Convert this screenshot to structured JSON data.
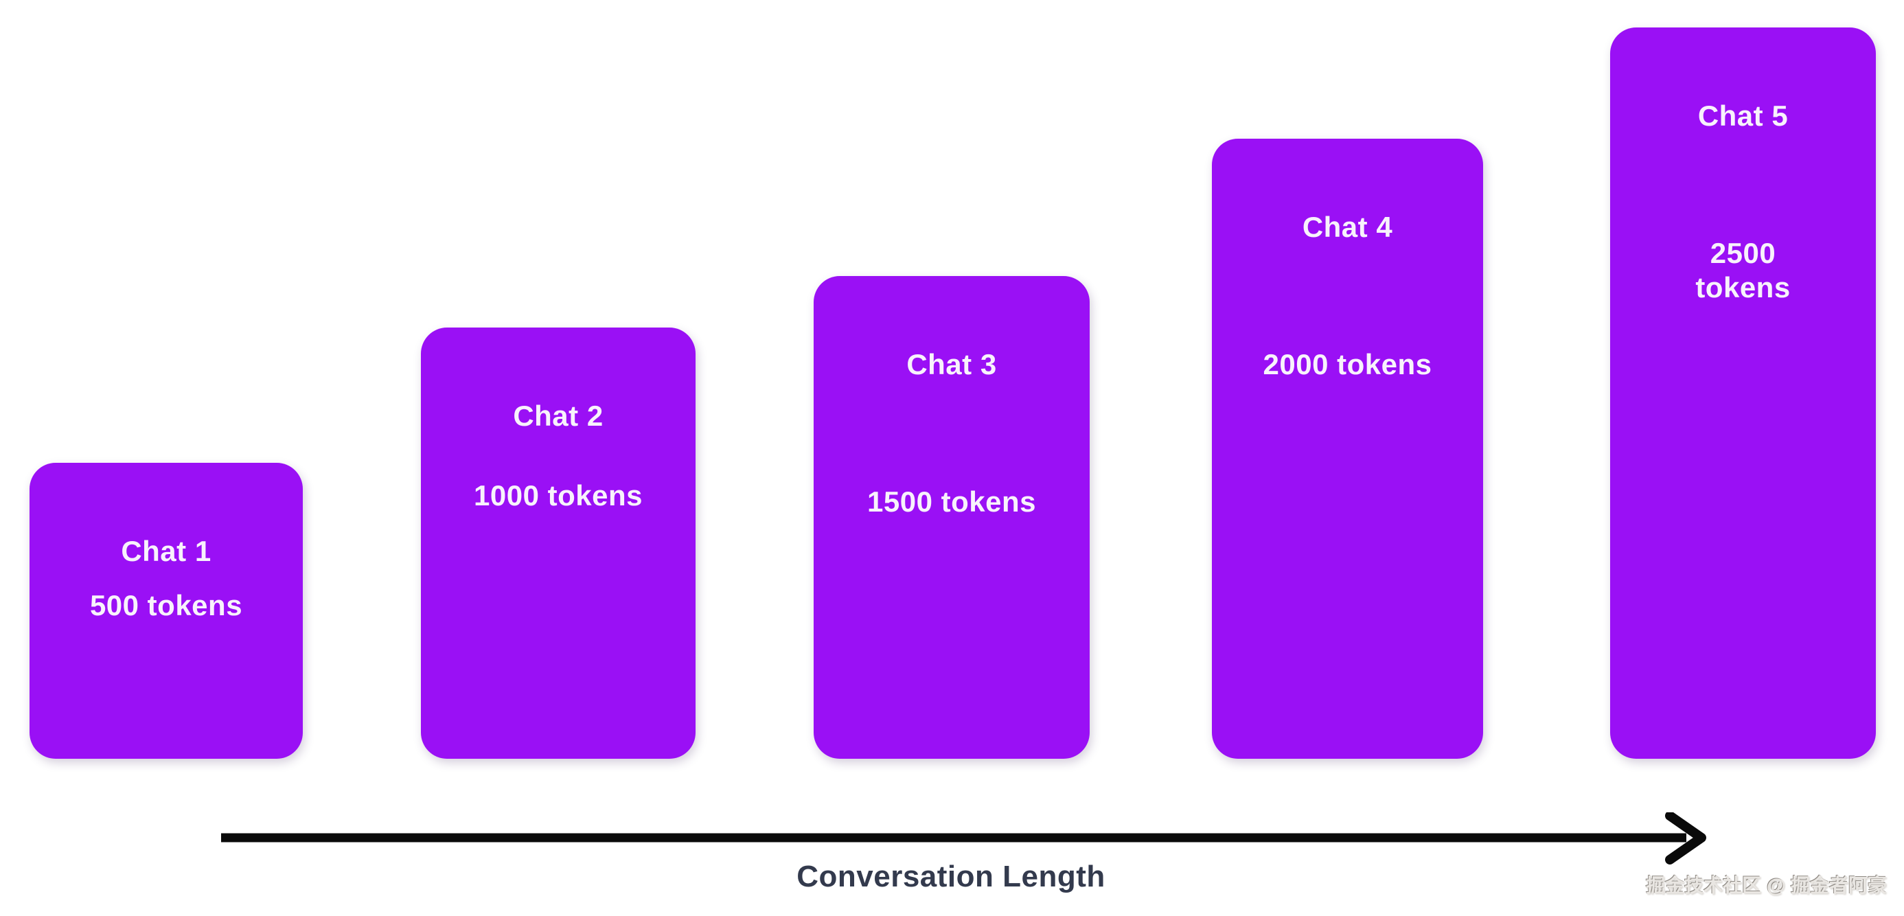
{
  "chart_data": {
    "type": "bar",
    "categories": [
      "Chat 1",
      "Chat 2",
      "Chat 3",
      "Chat 4",
      "Chat 5"
    ],
    "values": [
      500,
      1000,
      1500,
      2000,
      2500
    ],
    "value_unit": "tokens",
    "title": "",
    "xlabel": "Conversation Length",
    "ylabel": "",
    "grid": false,
    "legend": false,
    "bar_labels_inside": true
  },
  "bars": [
    {
      "label": "Chat 1",
      "tokens": "500 tokens"
    },
    {
      "label": "Chat 2",
      "tokens": "1000 tokens"
    },
    {
      "label": "Chat 3",
      "tokens": "1500 tokens"
    },
    {
      "label": "Chat 4",
      "tokens": "2000 tokens"
    },
    {
      "label": "Chat 5",
      "tokens": "2500 tokens"
    }
  ],
  "axis": {
    "label": "Conversation Length"
  },
  "watermark": {
    "text": "掘金技术社区 @ 掘金者阿豪"
  },
  "colors": {
    "bar": "#9A10F5",
    "bar_text": "#F8F2FC",
    "axis_label": "#333A4D",
    "arrow": "#0A0A0A"
  }
}
